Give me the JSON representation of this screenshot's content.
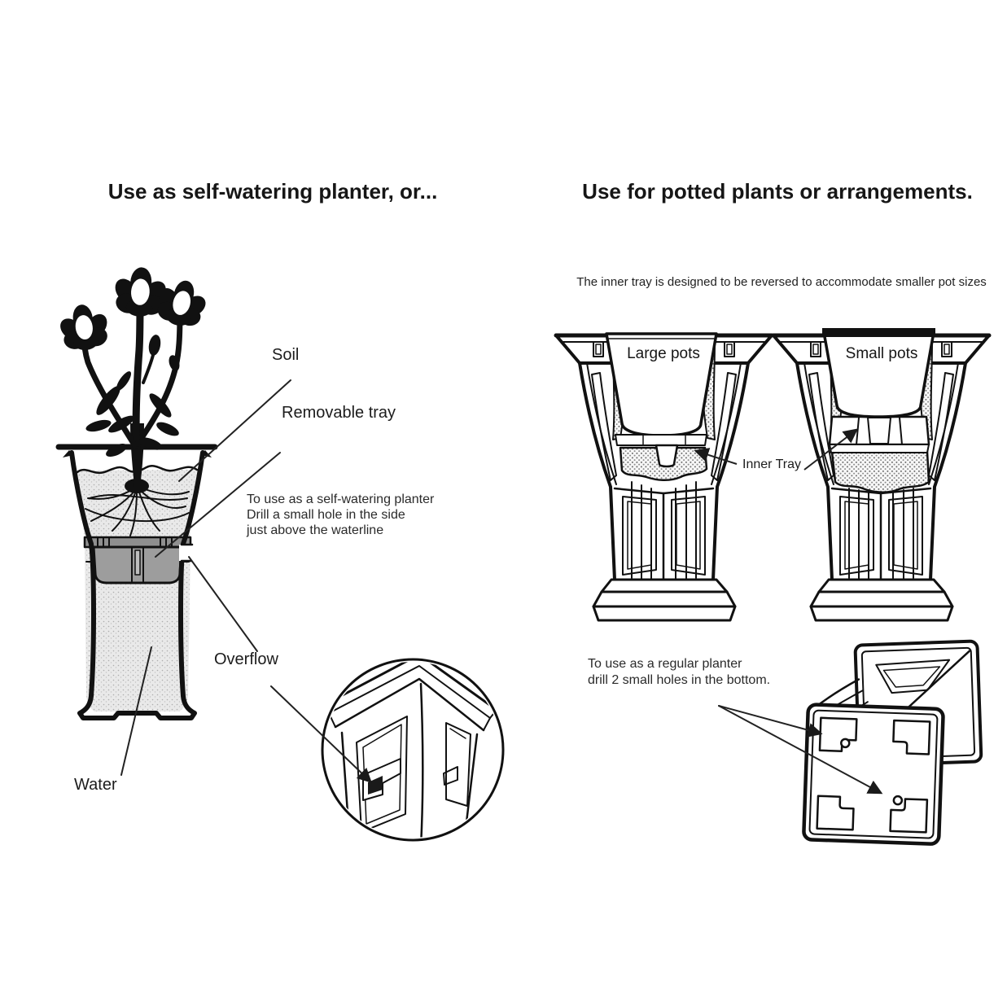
{
  "colors": {
    "ink": "#1a1a1a",
    "soil_water_fill": "#e9e9e9",
    "tray_fill": "#9d9d9d",
    "tray_bar_fill": "#8f8f8f",
    "section_dots_base": "#f7f7f7"
  },
  "left_panel": {
    "heading": "Use as self-watering planter, or...",
    "soil_label": "Soil",
    "removable_tray_label": "Removable tray",
    "note_line1": "To use as a self-watering planter",
    "note_line2": "Drill a small hole in the side",
    "note_line3": "just above the waterline",
    "overflow_label": "Overflow",
    "water_label": "Water"
  },
  "right_panel": {
    "heading": "Use for potted plants or arrangements.",
    "subtitle": "The inner tray is designed to be reversed to accommodate smaller pot sizes",
    "large_pots_label": "Large pots",
    "small_pots_label": "Small pots",
    "inner_tray_label": "Inner Tray",
    "note_line1": "To use as a regular planter",
    "note_line2": "drill 2 small holes in the bottom."
  }
}
